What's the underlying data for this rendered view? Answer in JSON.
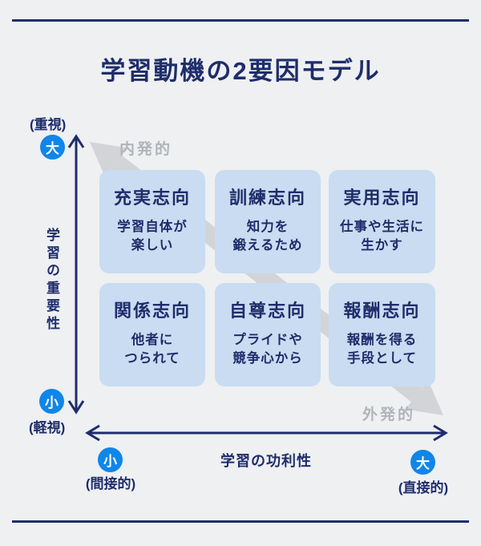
{
  "title": "学習動機の2要因モデル",
  "colors": {
    "navy": "#1e2d6b",
    "cell_fill": "#c9dcf1",
    "circle_blue": "#1086e8",
    "gray_arrow": "#d2d4d7",
    "gray_text": "#b1b4ba",
    "background": "#eef0f2"
  },
  "diagonal": {
    "top_label": "内発的",
    "bottom_label": "外発的"
  },
  "y_axis": {
    "title": "学習の重要性",
    "max": {
      "paren": "(重視)",
      "circle": "大"
    },
    "min": {
      "paren": "(軽視)",
      "circle": "小"
    }
  },
  "x_axis": {
    "title": "学習の功利性",
    "min": {
      "circle": "小",
      "paren": "(間接的)"
    },
    "max": {
      "circle": "大",
      "paren": "(直接的)"
    }
  },
  "cells": [
    {
      "title": "充実志向",
      "desc": "学習自体が\n楽しい"
    },
    {
      "title": "訓練志向",
      "desc": "知力を\n鍛えるため"
    },
    {
      "title": "実用志向",
      "desc": "仕事や生活に\n生かす"
    },
    {
      "title": "関係志向",
      "desc": "他者に\nつられて"
    },
    {
      "title": "自尊志向",
      "desc": "プライドや\n競争心から"
    },
    {
      "title": "報酬志向",
      "desc": "報酬を得る\n手段として"
    }
  ]
}
